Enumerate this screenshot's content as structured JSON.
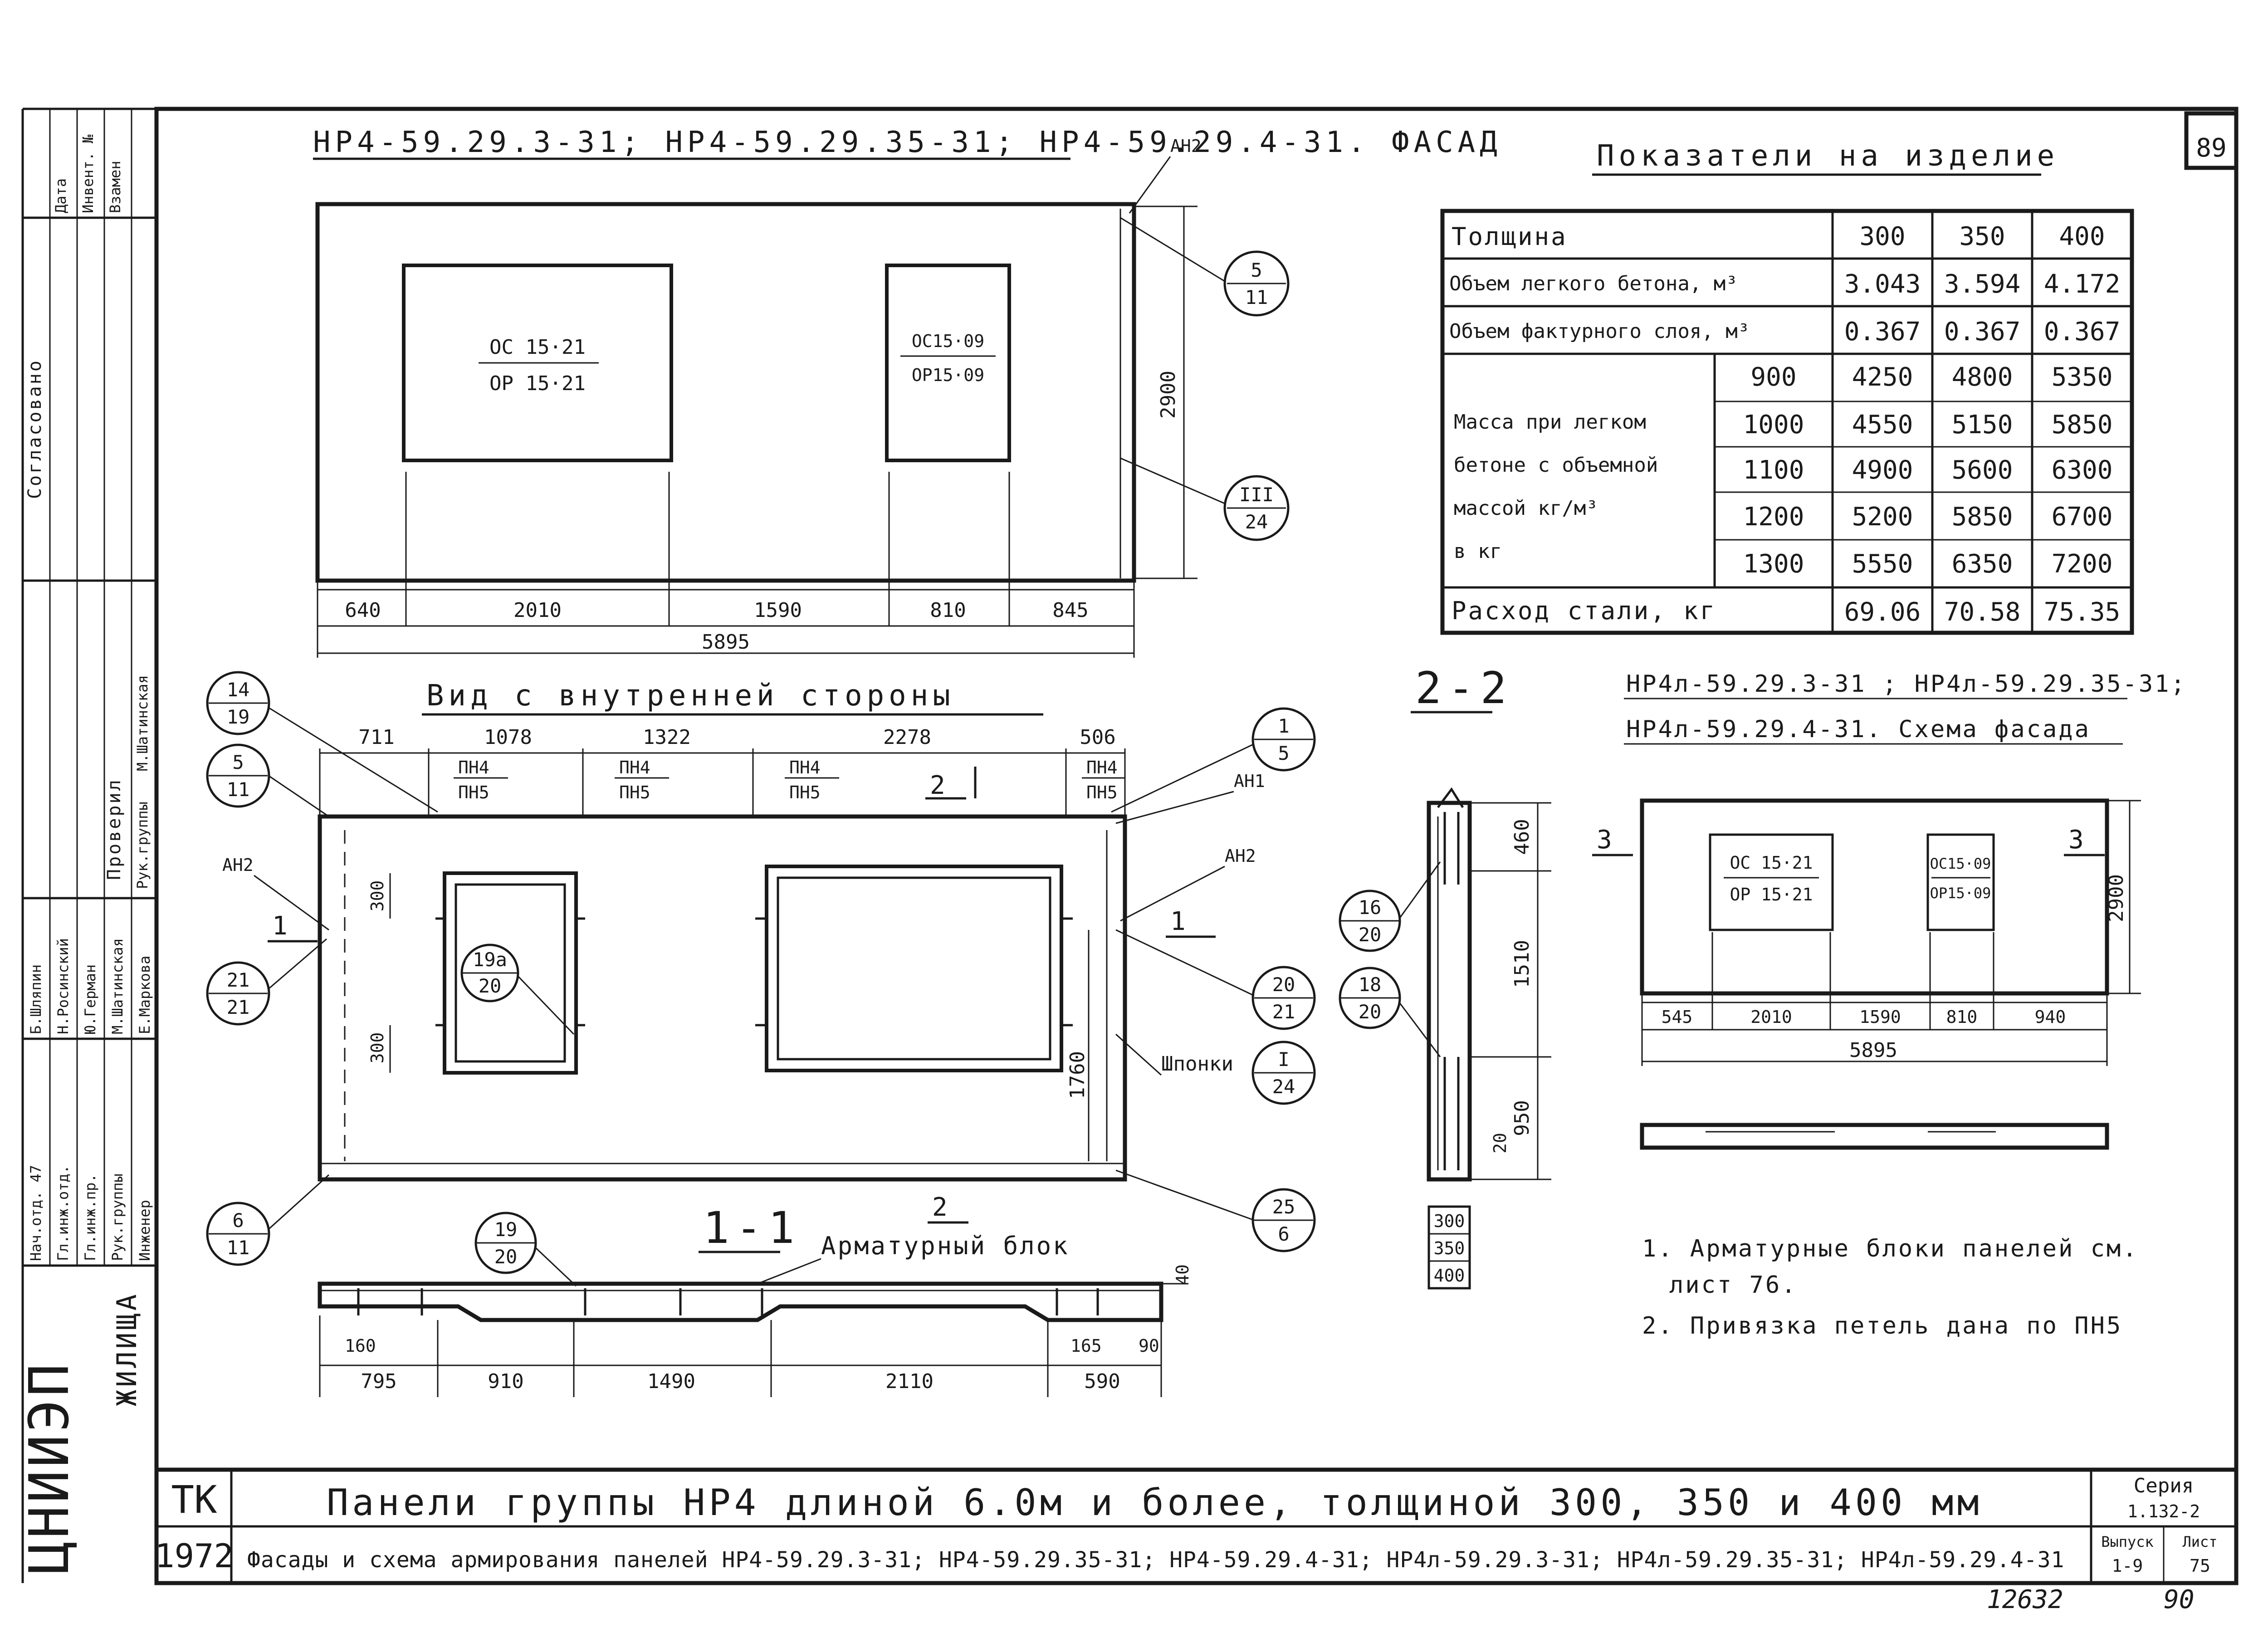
{
  "sheet_number": "89",
  "stamp_number": "12632",
  "stamp_number2": "90",
  "facade": {
    "title": "НР4-59.29.3-31; НР4-59.29.35-31; НР4-59.29.4-31. ФАСАД",
    "tag_an2": "АН2",
    "window1": {
      "top": "ОС 15·21",
      "bottom": "ОР 15·21"
    },
    "window2": {
      "top": "ОС15·09",
      "bottom": "ОР15·09"
    },
    "height": "2900",
    "dims": [
      "640",
      "2010",
      "1590",
      "810",
      "845"
    ],
    "total": "5895",
    "bubble_a": {
      "top": "5",
      "bottom": "11"
    },
    "bubble_b": {
      "top": "III",
      "bottom": "24"
    }
  },
  "inner": {
    "title": "Вид с внутренней стороны",
    "top_dims": [
      "711",
      "1078",
      "1322",
      "2278",
      "506"
    ],
    "loops": [
      {
        "top": "ПН4",
        "bottom": "ПН5"
      },
      {
        "top": "ПН4",
        "bottom": "ПН5"
      },
      {
        "top": "ПН4",
        "bottom": "ПН5"
      },
      {
        "top": "ПН4",
        "bottom": "ПН5"
      }
    ],
    "section_mark_2": "2",
    "section_mark_1": "1",
    "tag_an1": "АН1",
    "tag_an2_left": "АН2",
    "tag_an2_right": "АН2",
    "dim_300a": "300",
    "dim_300b": "300",
    "dim_1760": "1760",
    "keys_label": "Шпонки",
    "bubbles": [
      {
        "top": "14",
        "bottom": "19"
      },
      {
        "top": "5",
        "bottom": "11"
      },
      {
        "top": "21",
        "bottom": "21"
      },
      {
        "top": "6",
        "bottom": "11"
      },
      {
        "top": "19а",
        "bottom": "20"
      },
      {
        "top": "1",
        "bottom": "5"
      },
      {
        "top": "20",
        "bottom": "21"
      },
      {
        "top": "I",
        "bottom": "24"
      },
      {
        "top": "25",
        "bottom": "6"
      }
    ]
  },
  "section11": {
    "title": "1-1",
    "block_label": "Арматурный блок",
    "bubble": {
      "top": "19",
      "bottom": "20"
    },
    "dim_40": "40",
    "dim_160": "160",
    "dim_165": "165",
    "dim_90": "90",
    "dims": [
      "795",
      "910",
      "1490",
      "2110",
      "590"
    ]
  },
  "section22": {
    "title": "2-2",
    "dims_v": [
      "460",
      "1510",
      "950"
    ],
    "dim_20": "20",
    "thicknesses": [
      "300",
      "350",
      "400"
    ],
    "bubbles": [
      {
        "top": "16",
        "bottom": "20"
      },
      {
        "top": "18",
        "bottom": "20"
      }
    ]
  },
  "scheme": {
    "title_line1": "НР4л-59.29.3-31 ; НР4л-59.29.35-31;",
    "title_line2": "НР4л-59.29.4-31. Схема фасада",
    "window1": {
      "top": "ОС 15·21",
      "bottom": "ОР 15·21"
    },
    "window2": {
      "top": "ОС15·09",
      "bottom": "ОР15·09"
    },
    "height": "2900",
    "mark_left": "3",
    "mark_right": "3",
    "dims": [
      "545",
      "2010",
      "1590",
      "810",
      "940"
    ],
    "total": "5895"
  },
  "indicators": {
    "title": "Показатели на изделие",
    "header": {
      "label": "Толщина",
      "cols": [
        "300",
        "350",
        "400"
      ]
    },
    "rows": [
      {
        "label": "Объем легкого бетона, м³",
        "values": [
          "3.043",
          "3.594",
          "4.172"
        ]
      },
      {
        "label": "Объем фактурного слоя, м³",
        "values": [
          "0.367",
          "0.367",
          "0.367"
        ]
      }
    ],
    "mass_label": [
      "Масса при легком",
      "бетоне с объемной",
      "массой  кг/м³",
      "в кг"
    ],
    "mass_rows": [
      {
        "density": "900",
        "values": [
          "4250",
          "4800",
          "5350"
        ]
      },
      {
        "density": "1000",
        "values": [
          "4550",
          "5150",
          "5850"
        ]
      },
      {
        "density": "1100",
        "values": [
          "4900",
          "5600",
          "6300"
        ]
      },
      {
        "density": "1200",
        "values": [
          "5200",
          "5850",
          "6700"
        ]
      },
      {
        "density": "1300",
        "values": [
          "5550",
          "6350",
          "7200"
        ]
      }
    ],
    "steel": {
      "label": "Расход  стали,  кг",
      "values": [
        "69.06",
        "70.58",
        "75.35"
      ]
    }
  },
  "notes": [
    "1. Арматурные блоки панелей см.",
    "лист 76.",
    "2. Привязка петель дана по ПН5"
  ],
  "titleblock": {
    "org": "ЦНИИЭП",
    "org2": "ЖИЛИЩА",
    "code": "ТК",
    "year": "1972",
    "title1": "Панели группы НР4 длиной 6.0м и более, толщиной  300, 350 и 400 мм",
    "title2": "Фасады и схема армирования панелей  НР4-59.29.3-31; НР4-59.29.35-31; НР4-59.29.4-31; НР4л-59.29.3-31; НР4л-59.29.35-31; НР4л-59.29.4-31",
    "series_label": "Серия",
    "series": "1.132-2",
    "issue_label": "Выпуск",
    "issue": "1-9",
    "sheet_label": "Лист",
    "sheet": "75"
  },
  "side": {
    "agreed": "Согласовано",
    "inv": "Инвент. №",
    "date": "Дата",
    "replace": "Взамен",
    "checked": "Проверил",
    "roles": [
      "Нач.отд. 47",
      "Гл.инж.отд.",
      "Гл.инж.пр.",
      "Рук.группы",
      "Инженер"
    ],
    "names": [
      "Б.Шляпин",
      "Н.Росинский",
      "Ю.Герман",
      "М.Шатинская",
      "Е.Маркова"
    ],
    "checker_role": "Рук.группы",
    "checker_name": "М.Шатинская"
  }
}
